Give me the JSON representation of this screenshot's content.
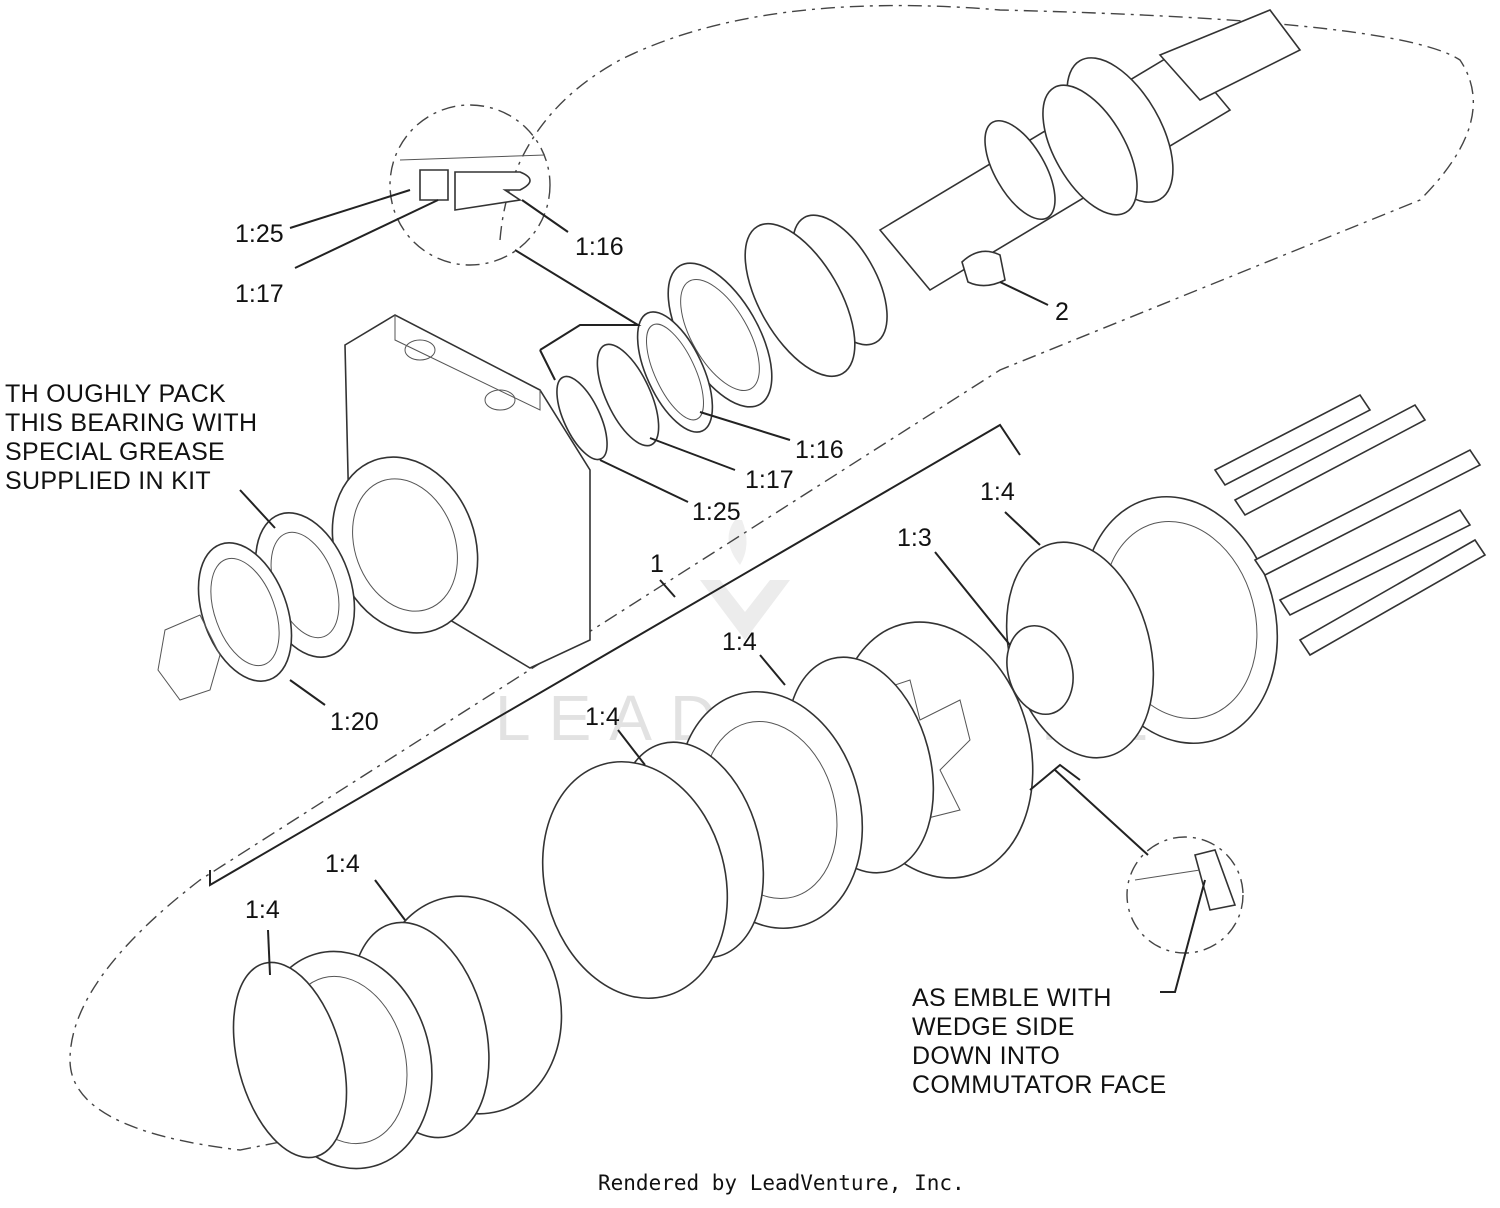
{
  "diagram": {
    "callouts": {
      "top_1_25": "1:25",
      "top_1_17": "1:17",
      "top_1_16": "1:16",
      "key_2": "2",
      "mid_1_16": "1:16",
      "mid_1_17": "1:17",
      "mid_1_25": "1:25",
      "bearing_1_20": "1:20",
      "kit_1": "1",
      "ring_1_4_right": "1:4",
      "ring_1_3": "1:3",
      "ring_1_4_center": "1:4",
      "ring_1_4_mid": "1:4",
      "ring_1_4_left_upper": "1:4",
      "ring_1_4_left": "1:4"
    },
    "notes": {
      "bearing_note": [
        "TH OUGHLY PACK",
        "THIS BEARING WITH",
        "SPECIAL GREASE",
        "SUPPLIED IN KIT"
      ],
      "wedge_note": [
        "AS EMBLE WITH",
        "WEDGE SIDE",
        "DOWN INTO",
        "COMMUTATOR FACE"
      ]
    },
    "watermark": "LEADVENTURE",
    "footer": "Rendered by LeadVenture, Inc."
  }
}
